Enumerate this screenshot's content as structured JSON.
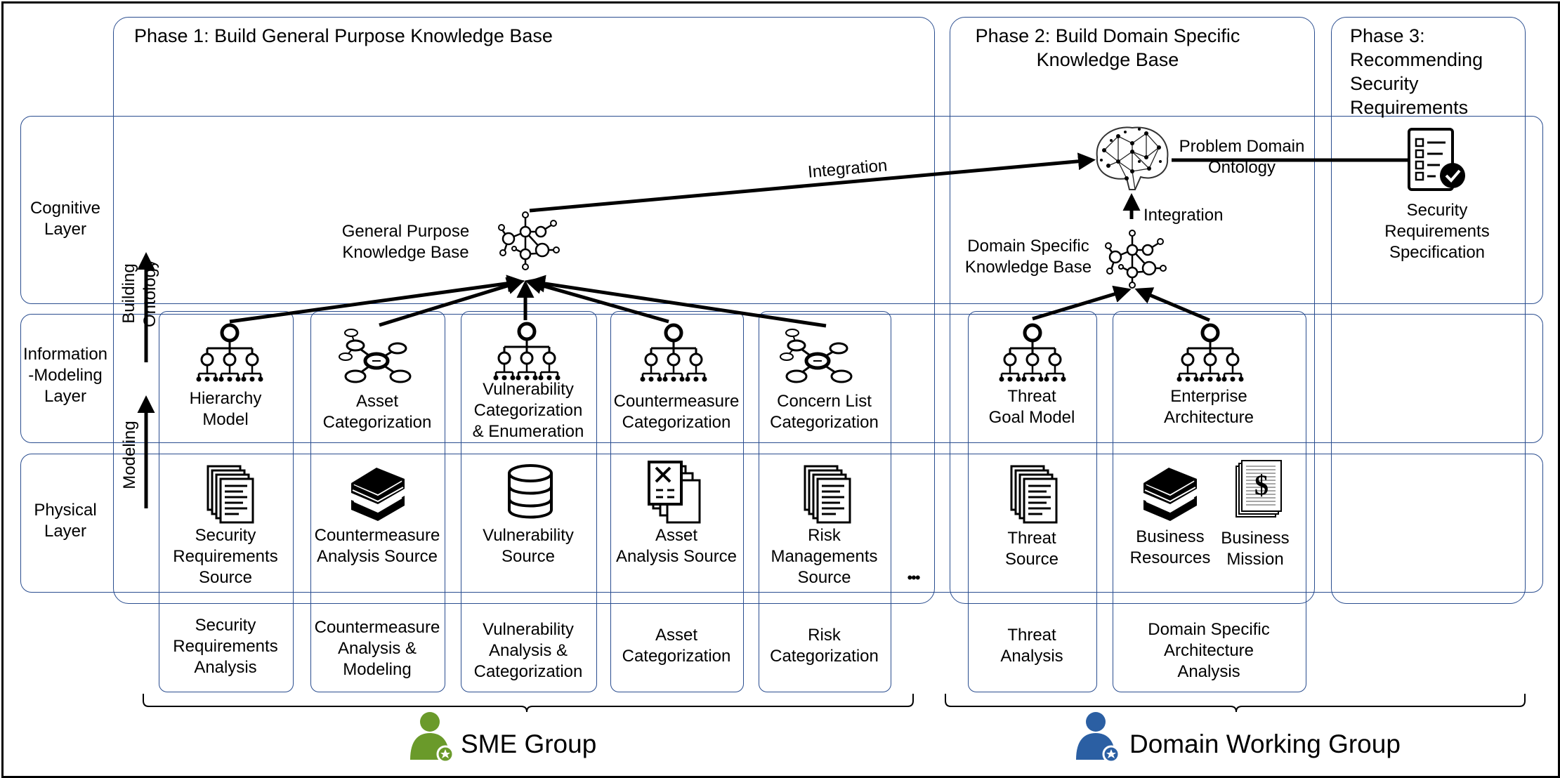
{
  "phases": {
    "p1": "Phase 1: Build General Purpose Knowledge Base",
    "p2": "Phase 2: Build Domain Specific\nKnowledge Base",
    "p3": "Phase 3:\nRecommending\nSecurity\nRequirements"
  },
  "layers": {
    "cognitive": "Cognitive\nLayer",
    "information": "Information\n-Modeling\nLayer",
    "physical": "Physical\nLayer"
  },
  "side_arrows": {
    "building": "Building Ontology",
    "modeling": "Modeling"
  },
  "cognitive": {
    "gpkb": "General Purpose\nKnowledge Base",
    "integration_top": "Integration",
    "integration_right": "Integration",
    "problem_domain": "Problem Domain\nOntology",
    "dskb": "Domain Specific\nKnowledge Base",
    "srs": "Security\nRequirements\nSpecification"
  },
  "models": {
    "hierarchy": "Hierarchy\nModel",
    "asset": "Asset\nCategorization",
    "vuln": "Vulnerability\nCategorization\n& Enumeration",
    "counter": "Countermeasure\nCategorization",
    "concern": "Concern List\nCategorization",
    "threat_goal": "Threat\nGoal Model",
    "enterprise": "Enterprise\nArchitecture"
  },
  "sources": {
    "sec_req": "Security\nRequirements\nSource",
    "counter": "Countermeasure\nAnalysis Source",
    "vuln": "Vulnerability\nSource",
    "asset": "Asset\nAnalysis Source",
    "risk": "Risk\nManagements\nSource",
    "threat": "Threat\nSource",
    "business_res": "Business\nResources",
    "business_mission": "Business\nMission",
    "ellipsis": "•••"
  },
  "activities": {
    "sec_req": "Security\nRequirements\nAnalysis",
    "counter": "Countermeasure\nAnalysis &\nModeling",
    "vuln": "Vulnerability\nAnalysis &\nCategorization",
    "asset": "Asset\nCategorization",
    "risk": "Risk\nCategorization",
    "threat": "Threat\nAnalysis",
    "domain": "Domain Specific\nArchitecture\nAnalysis"
  },
  "groups": {
    "sme": "SME Group",
    "dwg": "Domain Working Group"
  },
  "colors": {
    "box_border": "#2a4d8f",
    "sme_icon": "#6a9a2a",
    "dwg_icon": "#2b5fa3"
  },
  "icons": {
    "hierarchy": "hierarchy-tree-icon",
    "network": "network-graph-icon",
    "document_stack": "document-stack-icon",
    "books": "books-icon",
    "database": "database-icon",
    "spreadsheet": "spreadsheet-doc-icon",
    "brain": "brain-network-icon",
    "checklist": "checklist-icon",
    "money_doc": "money-document-icon",
    "user": "user-group-icon"
  }
}
